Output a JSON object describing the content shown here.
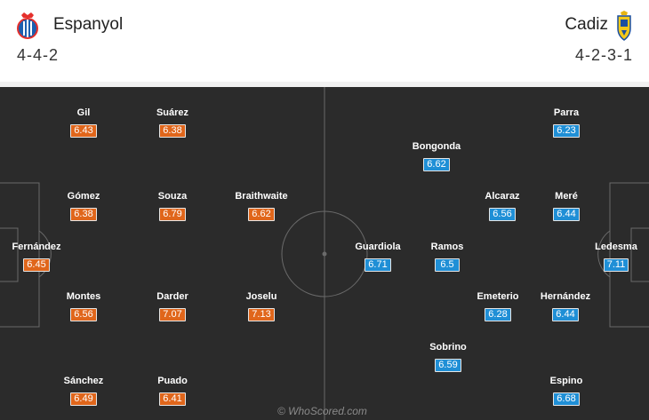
{
  "home": {
    "name": "Espanyol",
    "formation": "4-4-2",
    "players": [
      {
        "name": "Gil",
        "rating": "6.43"
      },
      {
        "name": "Suárez",
        "rating": "6.38"
      },
      {
        "name": "Gómez",
        "rating": "6.38"
      },
      {
        "name": "Souza",
        "rating": "6.79"
      },
      {
        "name": "Braithwaite",
        "rating": "6.62"
      },
      {
        "name": "Fernández",
        "rating": "6.45"
      },
      {
        "name": "Montes",
        "rating": "6.56"
      },
      {
        "name": "Darder",
        "rating": "7.07"
      },
      {
        "name": "Joselu",
        "rating": "7.13"
      },
      {
        "name": "Sánchez",
        "rating": "6.49"
      },
      {
        "name": "Puado",
        "rating": "6.41"
      }
    ]
  },
  "away": {
    "name": "Cadiz",
    "formation": "4-2-3-1",
    "players": [
      {
        "name": "Parra",
        "rating": "6.23"
      },
      {
        "name": "Bongonda",
        "rating": "6.62"
      },
      {
        "name": "Alcaraz",
        "rating": "6.56"
      },
      {
        "name": "Meré",
        "rating": "6.44"
      },
      {
        "name": "Guardiola",
        "rating": "6.71"
      },
      {
        "name": "Ramos",
        "rating": "6.5"
      },
      {
        "name": "Ledesma",
        "rating": "7.11"
      },
      {
        "name": "Emeterio",
        "rating": "6.28"
      },
      {
        "name": "Hernández",
        "rating": "6.44"
      },
      {
        "name": "Sobrino",
        "rating": "6.59"
      },
      {
        "name": "Espino",
        "rating": "6.68"
      }
    ]
  },
  "colors": {
    "home_rating": "#e0661b",
    "away_rating": "#1f8fd6",
    "pitch": "#2b2b2b"
  },
  "watermark": "© WhoScored.com"
}
